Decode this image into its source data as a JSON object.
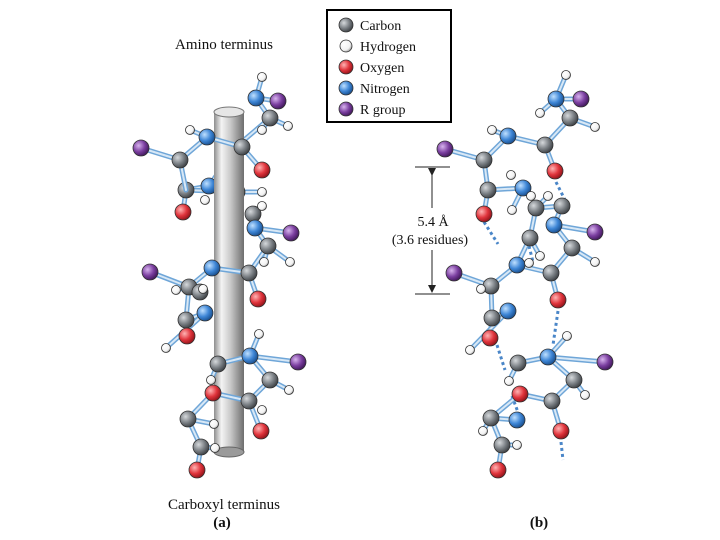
{
  "legend": {
    "items": [
      {
        "label": "Carbon",
        "color": "#7c8186"
      },
      {
        "label": "Hydrogen",
        "color": "#ffffff"
      },
      {
        "label": "Oxygen",
        "color": "#e0343c"
      },
      {
        "label": "Nitrogen",
        "color": "#3e86d6"
      },
      {
        "label": "R group",
        "color": "#7b3fa0"
      }
    ]
  },
  "panel_a": {
    "top_label": "Amino terminus",
    "bottom_label": "Carboxyl terminus",
    "panel_letter": "(a)"
  },
  "panel_b": {
    "measure_value": "5.4 Å",
    "measure_note": "(3.6 residues)",
    "panel_letter": "(b)"
  }
}
